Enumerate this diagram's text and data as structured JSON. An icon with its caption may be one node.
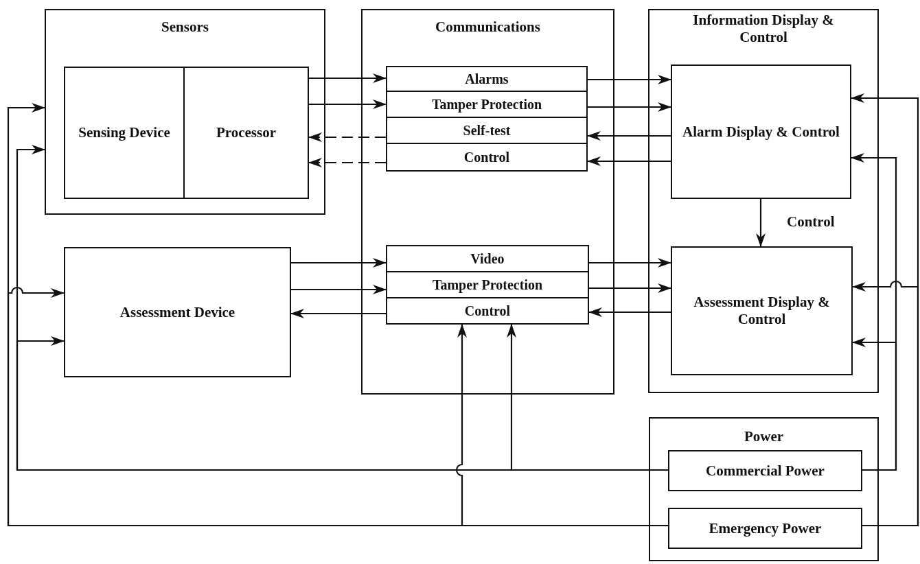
{
  "diagram": {
    "nodes": [
      {
        "text": [
          "Sensors"
        ]
      },
      {
        "text": [
          "Sensing Device"
        ],
        "in": 0
      },
      {
        "text": [
          "Processor"
        ],
        "in": 0
      },
      {
        "text": [
          "Communications"
        ]
      },
      {
        "text": [
          "Alarms"
        ],
        "in": 3
      },
      {
        "text": [
          "Tamper Protection"
        ],
        "in": 3
      },
      {
        "text": [
          "Self-test"
        ],
        "in": 3
      },
      {
        "text": [
          "Control"
        ],
        "in": 3
      },
      {
        "text": [
          "Video"
        ],
        "in": 3
      },
      {
        "text": [
          "Tamper Protection"
        ],
        "in": 3
      },
      {
        "text": [
          "Control"
        ],
        "in": 3
      },
      {
        "text": [
          "Information Display & Control"
        ]
      },
      {
        "text": [
          "Alarm Display & Control"
        ],
        "in": 11
      },
      {
        "text": [
          "Assessment Display & Control"
        ],
        "in": 11
      },
      {
        "text": [
          "Assessment Device"
        ]
      },
      {
        "text": [
          "Power"
        ]
      },
      {
        "text": [
          "Commercial Power"
        ],
        "in": 15
      },
      {
        "text": [
          "Emergency Power"
        ],
        "in": 15
      }
    ],
    "edges": [
      {
        "from": 2,
        "to": 4,
        "arrow": "to"
      },
      {
        "from": 2,
        "to": 5,
        "arrow": "to"
      },
      {
        "from": 6,
        "to": 2,
        "arrow": "to",
        "style": "dashed"
      },
      {
        "from": 7,
        "to": 2,
        "arrow": "to",
        "style": "dashed"
      },
      {
        "from": 4,
        "to": 12,
        "arrow": "to"
      },
      {
        "from": 5,
        "to": 12,
        "arrow": "to"
      },
      {
        "from": 12,
        "to": 6,
        "arrow": "to"
      },
      {
        "from": 12,
        "to": 7,
        "arrow": "to"
      },
      {
        "from": 12,
        "to": 13,
        "arrow": "to",
        "label": "Control"
      },
      {
        "from": 14,
        "to": 8,
        "arrow": "to"
      },
      {
        "from": 14,
        "to": 9,
        "arrow": "to"
      },
      {
        "from": 10,
        "to": 14,
        "arrow": "to"
      },
      {
        "from": 8,
        "to": 13,
        "arrow": "to"
      },
      {
        "from": 9,
        "to": 13,
        "arrow": "to"
      },
      {
        "from": 13,
        "to": 10,
        "arrow": "to"
      },
      {
        "from": 17,
        "to": 0,
        "arrow": "to"
      },
      {
        "from": 16,
        "to": 0,
        "arrow": "to"
      },
      {
        "from": 17,
        "to": 14,
        "arrow": "to"
      },
      {
        "from": 16,
        "to": 14,
        "arrow": "to"
      },
      {
        "from": 17,
        "to": 10,
        "arrow": "to"
      },
      {
        "from": 16,
        "to": 10,
        "arrow": "to"
      },
      {
        "from": 17,
        "to": 12,
        "arrow": "to"
      },
      {
        "from": 16,
        "to": 12,
        "arrow": "to"
      },
      {
        "from": 17,
        "to": 13,
        "arrow": "to"
      },
      {
        "from": 16,
        "to": 13,
        "arrow": "to"
      }
    ]
  }
}
